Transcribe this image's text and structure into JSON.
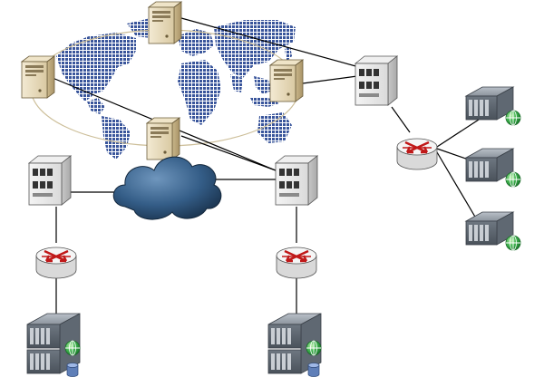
{
  "diagram": {
    "type": "network-topology",
    "colors": {
      "background": "#ffffff",
      "map_dots": "#2f4c96",
      "orbit": "#cdbf9a",
      "link": "#000000",
      "cloud": "#2b4f78",
      "router_arrow": "#c01818",
      "server_tan": "#e8dcc0",
      "server_gray": "#7c8590",
      "globe_badge": "#2fa84a",
      "disk_badge": "#6f8fc8"
    },
    "nodes": [
      {
        "id": "world-server-top",
        "kind": "tan-tower-server",
        "icon": "server-tower-icon"
      },
      {
        "id": "world-server-left",
        "kind": "tan-tower-server",
        "icon": "server-tower-icon"
      },
      {
        "id": "world-server-right",
        "kind": "tan-tower-server",
        "icon": "server-tower-icon"
      },
      {
        "id": "world-server-bottom",
        "kind": "tan-tower-server",
        "icon": "server-tower-icon"
      },
      {
        "id": "internet-cloud",
        "kind": "cloud",
        "icon": "cloud-icon"
      },
      {
        "id": "switch-left",
        "kind": "switch",
        "icon": "switch-icon"
      },
      {
        "id": "switch-middle",
        "kind": "switch",
        "icon": "switch-icon"
      },
      {
        "id": "switch-right",
        "kind": "switch",
        "icon": "switch-icon"
      },
      {
        "id": "router-left",
        "kind": "router",
        "icon": "router-icon"
      },
      {
        "id": "router-middle",
        "kind": "router",
        "icon": "router-icon"
      },
      {
        "id": "router-right",
        "kind": "router",
        "icon": "router-icon"
      },
      {
        "id": "server-stack-left",
        "kind": "server-stack",
        "icon": "web-server-stack-icon"
      },
      {
        "id": "server-stack-middle",
        "kind": "server-stack",
        "icon": "web-server-stack-icon"
      },
      {
        "id": "web-server-1",
        "kind": "web-server",
        "icon": "web-server-icon"
      },
      {
        "id": "web-server-2",
        "kind": "web-server",
        "icon": "web-server-icon"
      },
      {
        "id": "web-server-3",
        "kind": "web-server",
        "icon": "web-server-icon"
      }
    ],
    "links": [
      {
        "from": "world-server-top",
        "to": "switch-right"
      },
      {
        "from": "world-server-right",
        "to": "switch-right"
      },
      {
        "from": "world-server-left",
        "to": "switch-middle"
      },
      {
        "from": "world-server-bottom",
        "to": "switch-middle"
      },
      {
        "from": "switch-left",
        "to": "internet-cloud"
      },
      {
        "from": "internet-cloud",
        "to": "switch-middle"
      },
      {
        "from": "switch-left",
        "to": "router-left"
      },
      {
        "from": "router-left",
        "to": "server-stack-left"
      },
      {
        "from": "switch-middle",
        "to": "router-middle"
      },
      {
        "from": "router-middle",
        "to": "server-stack-middle"
      },
      {
        "from": "switch-right",
        "to": "router-right"
      },
      {
        "from": "router-right",
        "to": "web-server-1"
      },
      {
        "from": "router-right",
        "to": "web-server-2"
      },
      {
        "from": "router-right",
        "to": "web-server-3"
      }
    ]
  }
}
